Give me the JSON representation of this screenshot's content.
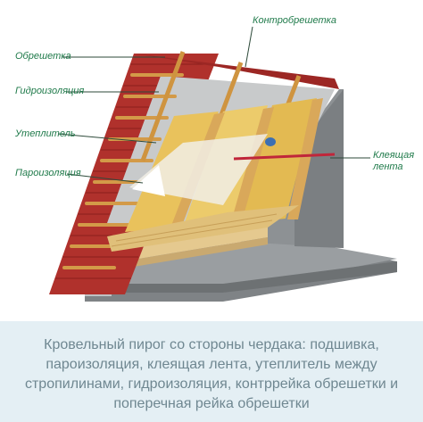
{
  "labels": {
    "counter_batten": "Контробрешетка",
    "battens": "Обрешетка",
    "waterproofing": "Гидроизоляция",
    "insulation": "Утеплитель",
    "vapor_barrier": "Пароизоляция",
    "adhesive_tape_line1": "Клеящая",
    "adhesive_tape_line2": "лента"
  },
  "caption": "Кровельный пирог со стороны чердака: подшивка, пароизоляция, клеящая лента, утеплитель между стропилинами, гидроизоляция, контррейка обрешетки и поперечная рейка обрешетки",
  "colors": {
    "label_green": "#1f7a4a",
    "caption_bg": "#e4eff4",
    "caption_text": "#6f8791",
    "roof_tile_red": "#b0312c",
    "insulation_yellow": "#e9c25c",
    "wood": "#d9a85a",
    "concrete": "#8f9396",
    "tape_red": "#c0263a"
  }
}
